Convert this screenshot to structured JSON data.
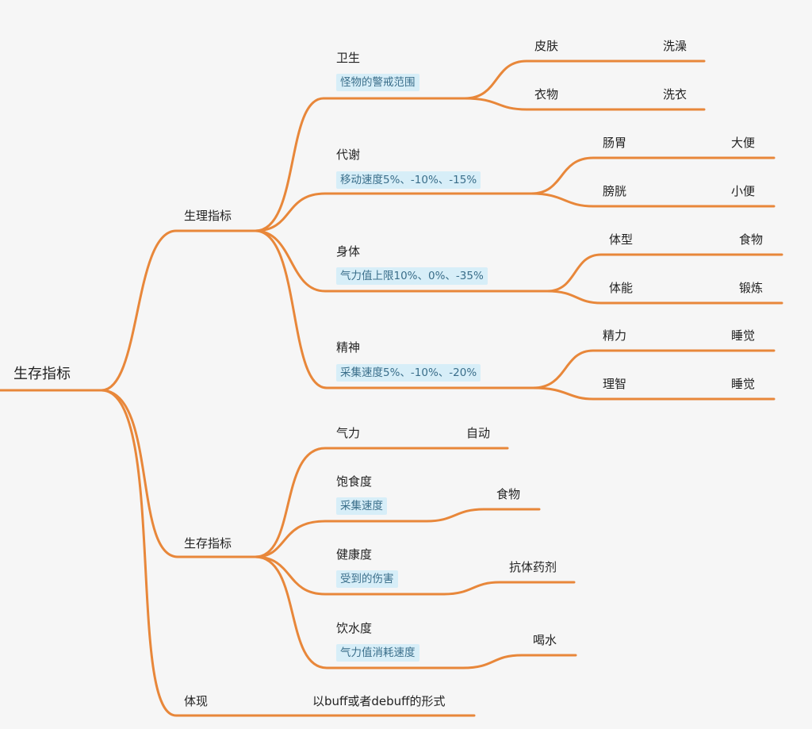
{
  "mindmap": {
    "root": "生存指标",
    "branches": [
      {
        "label": "生理指标",
        "children": [
          {
            "label": "卫生",
            "note": "怪物的警戒范围",
            "children": [
              {
                "label": "皮肤",
                "action": "洗澡"
              },
              {
                "label": "衣物",
                "action": "洗衣"
              }
            ]
          },
          {
            "label": "代谢",
            "note": "移动速度5%、-10%、-15%",
            "children": [
              {
                "label": "肠胃",
                "action": "大便"
              },
              {
                "label": "膀胱",
                "action": "小便"
              }
            ]
          },
          {
            "label": "身体",
            "note": "气力值上限10%、0%、-35%",
            "children": [
              {
                "label": "体型",
                "action": "食物"
              },
              {
                "label": "体能",
                "action": "锻炼"
              }
            ]
          },
          {
            "label": "精神",
            "note": "采集速度5%、-10%、-20%",
            "children": [
              {
                "label": "精力",
                "action": "睡觉"
              },
              {
                "label": "理智",
                "action": "睡觉"
              }
            ]
          }
        ]
      },
      {
        "label": "生存指标",
        "children": [
          {
            "label": "气力",
            "action": "自动"
          },
          {
            "label": "饱食度",
            "note": "采集速度",
            "action": "食物"
          },
          {
            "label": "健康度",
            "note": "受到的伤害",
            "action": "抗体药剂"
          },
          {
            "label": "饮水度",
            "note": "气力值消耗速度",
            "action": "喝水"
          }
        ]
      },
      {
        "label": "体现",
        "action": "以buff或者debuff的形式"
      }
    ]
  },
  "colors": {
    "edge": "#e8873a",
    "note_bg": "#d7eef8",
    "note_text": "#3a6e8a"
  }
}
